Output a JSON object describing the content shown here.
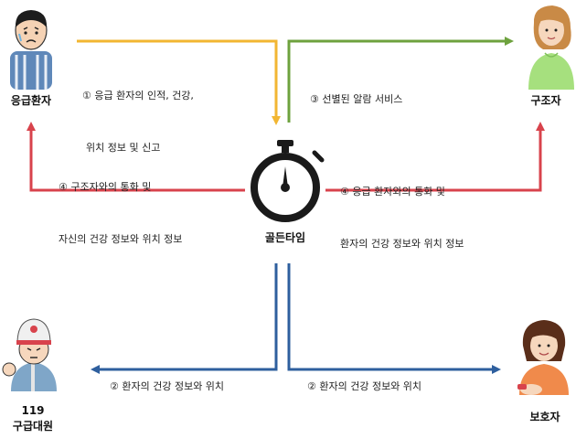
{
  "center": {
    "label": "골든타임",
    "icon": "stopwatch-icon"
  },
  "actors": {
    "patient": {
      "label": "응급환자",
      "icon": "patient-icon"
    },
    "rescuer": {
      "label": "구조자",
      "icon": "rescuer-icon"
    },
    "emergency": {
      "label_line1": "119",
      "label_line2": "구급대원",
      "icon": "paramedic-icon"
    },
    "guardian": {
      "label": "보호자",
      "icon": "guardian-icon"
    }
  },
  "flows": {
    "report": {
      "line1": "① 응급 환자의 인적, 건강,",
      "line2": "위치 정보 및 신고",
      "color": "#f2b632"
    },
    "alarm": {
      "line1": "③ 선별된 알람 서비스",
      "color": "#6ea23e"
    },
    "to_patient": {
      "line1": "④ 구조자와의 통화 및",
      "line2": "자신의 건강 정보와 위치 정보",
      "color": "#d8434c"
    },
    "to_rescuer": {
      "line1": "④ 응급 환자와의 통화 및",
      "line2": "환자의 건강 정보와 위치 정보",
      "color": "#d8434c"
    },
    "to_119": {
      "line1": "② 환자의 건강 정보와 위치",
      "color": "#2e5f9e"
    },
    "to_guardian": {
      "line1": "② 환자의 건강 정보와 위치",
      "color": "#2e5f9e"
    }
  }
}
